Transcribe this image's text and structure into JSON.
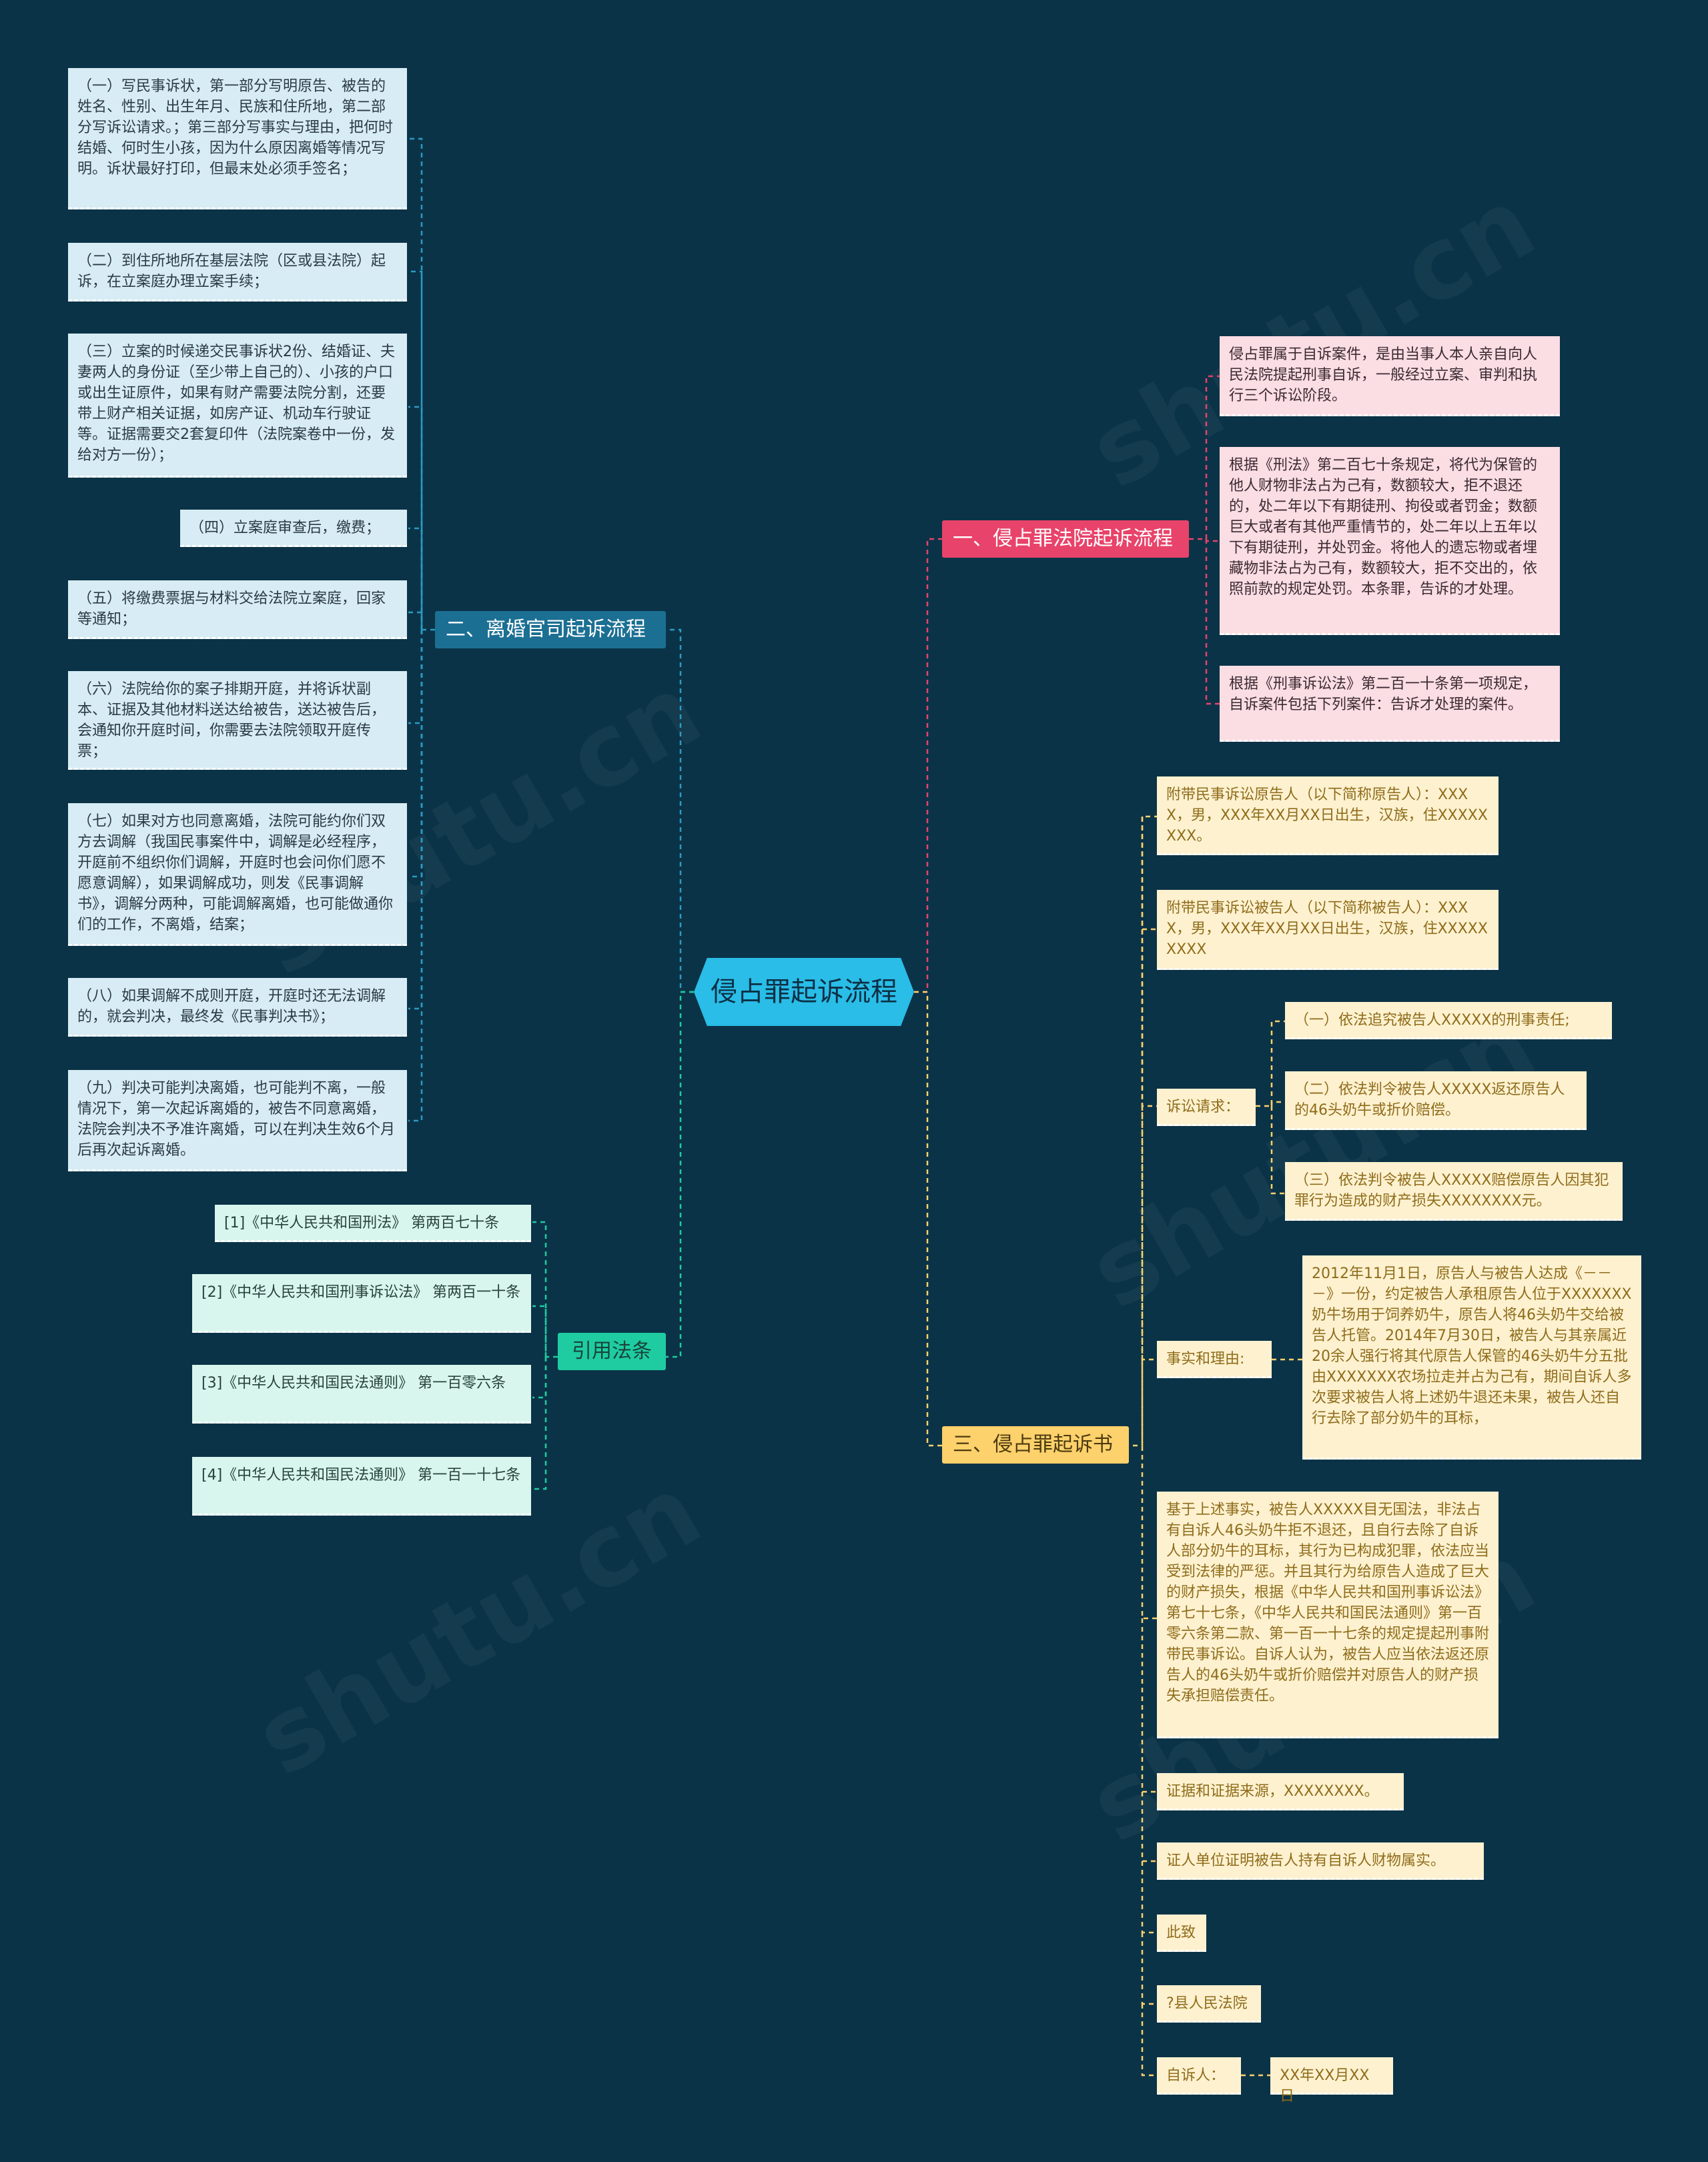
{
  "center": {
    "label": "侵占罪起诉流程"
  },
  "branch1": {
    "label": "一、侵占罪法院起诉流程",
    "items": [
      "侵占罪属于自诉案件，是由当事人本人亲自向人民法院提起刑事自诉，一般经过立案、审判和执行三个诉讼阶段。",
      "根据《刑法》第二百七十条规定，将代为保管的他人财物非法占为己有，数额较大，拒不退还的，处二年以下有期徒刑、拘役或者罚金；数额巨大或者有其他严重情节的，处二年以上五年以下有期徒刑，并处罚金。将他人的遗忘物或者埋藏物非法占为己有，数额较大，拒不交出的，依照前款的规定处罚。本条罪，告诉的才处理。",
      "根据《刑事诉讼法》第二百一十条第一项规定，自诉案件包括下列案件：告诉才处理的案件。"
    ]
  },
  "branch2": {
    "label": "二、离婚官司起诉流程",
    "items": [
      "（一）写民事诉状，第一部分写明原告、被告的姓名、性别、出生年月、民族和住所地，第二部分写诉讼请求。；第三部分写事实与理由，把何时结婚、何时生小孩，因为什么原因离婚等情况写明。诉状最好打印，但最末处必须手签名；",
      "（二）到住所地所在基层法院（区或县法院）起诉，在立案庭办理立案手续；",
      "（三）立案的时候递交民事诉状2份、结婚证、夫妻两人的身份证（至少带上自己的）、小孩的户口或出生证原件，如果有财产需要法院分割，还要带上财产相关证据，如房产证、机动车行驶证等。证据需要交2套复印件（法院案卷中一份，发给对方一份）；",
      "（四）立案庭审查后，缴费；",
      "（五）将缴费票据与材料交给法院立案庭，回家等通知；",
      "（六）法院给你的案子排期开庭，并将诉状副本、证据及其他材料送达给被告，送达被告后，会通知你开庭时间，你需要去法院领取开庭传票；",
      "（七）如果对方也同意离婚，法院可能约你们双方去调解（我国民事案件中，调解是必经程序，开庭前不组织你们调解，开庭时也会问你们愿不愿意调解），如果调解成功，则发《民事调解书》，调解分两种，可能调解离婚，也可能做通你们的工作，不离婚，结案；",
      "（八）如果调解不成则开庭，开庭时还无法调解的，就会判决，最终发《民事判决书》；",
      "（九）判决可能判决离婚，也可能判不离，一般情况下，第一次起诉离婚的，被告不同意离婚，法院会判决不予准许离婚，可以在判决生效6个月后再次起诉离婚。"
    ]
  },
  "branch3": {
    "label": "引用法条",
    "items": [
      "[1]《中华人民共和国刑法》 第两百七十条",
      "[2]《中华人民共和国刑事诉讼法》 第两百一十条",
      "[3]《中华人民共和国民法通则》 第一百零六条",
      "[4]《中华人民共和国民法通则》 第一百一十七条"
    ]
  },
  "branch4": {
    "label": "三、侵占罪起诉书",
    "plaintiff": "附带民事诉讼原告人（以下简称原告人）：XXXX，男，XXX年XX月XX日出生，汉族，住XXXXXXXX。",
    "defendant": "附带民事诉讼被告人（以下简称被告人）：XXXX，男，XXX年XX月XX日出生，汉族，住XXXXXXXXX",
    "claims_label": "诉讼请求：",
    "claims": [
      "（一）依法追究被告人XXXXX的刑事责任;",
      "（二）依法判令被告人XXXXX返还原告人的46头奶牛或折价赔偿。",
      "（三）依法判令被告人XXXXX赔偿原告人因其犯罪行为造成的财产损失XXXXXXXX元。"
    ],
    "facts_label": "事实和理由:",
    "facts": "2012年11月1日，原告人与被告人达成《－－－》一份，约定被告人承租原告人位于XXXXXXX奶牛场用于饲养奶牛，原告人将46头奶牛交给被告人托管。2014年7月30日，被告人与其亲属近20余人强行将其代原告人保管的46头奶牛分五批由XXXXXXX农场拉走并占为己有，期间自诉人多次要求被告人将上述奶牛退还未果，被告人还自行去除了部分奶牛的耳标，",
    "conclusion": "基于上述事实，被告人XXXXX目无国法，非法占有自诉人46头奶牛拒不退还，且自行去除了自诉人部分奶牛的耳标，其行为已构成犯罪，依法应当受到法律的严惩。并且其行为给原告人造成了巨大的财产损失，根据《中华人民共和国刑事诉讼法》第七十七条，《中华人民共和国民法通则》第一百零六条第二款、第一百一十七条的规定提起刑事附带民事诉讼。自诉人认为，被告人应当依法返还原告人的46头奶牛或折价赔偿并对原告人的财产损失承担赔偿责任。",
    "evidence": "证据和证据来源，XXXXXXXX。",
    "witness": "证人单位证明被告人持有自诉人财物属实。",
    "salutation": "此致",
    "court": "?县人民法院",
    "signer_label": "自诉人：",
    "date": "XX年XX月XX日"
  },
  "colors": {
    "background": "#0b3347",
    "center": "#29bde7",
    "branch1": "#e8436a",
    "branch2": "#1b6f93",
    "branch3": "#1fcca1",
    "branch4": "#fdd16b"
  }
}
